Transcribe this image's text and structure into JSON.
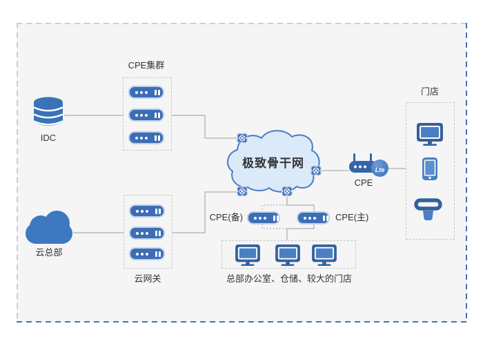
{
  "diagram": {
    "type": "network-architecture",
    "labels": {
      "idc": "IDC",
      "cpe_cluster": "CPE集群",
      "cloud_hq": "云总部",
      "cloud_gateway": "云网关",
      "backbone": "极致骨干网",
      "cpe": "CPE",
      "lte_badge": "Lte",
      "store": "门店",
      "cpe_backup": "CPE(备)",
      "cpe_primary": "CPE(主)",
      "office_group": "总部办公室、仓储、较大的门店"
    },
    "colors": {
      "primary_blue": "#3d6db5",
      "dark_frame_blue": "#33619f",
      "light_blue": "#4a80c2",
      "backbone_cloud_fill": "#daeaf8",
      "backbone_cloud_stroke": "#4b79c2",
      "solid_cloud": "#3d78c0",
      "connector_gray": "#9b9b9b",
      "panel_background": "#f5f5f6",
      "border_light": "#c7cce9",
      "border_strong": "#4273b5"
    },
    "icons": {
      "idc": "database-icon",
      "cpe_cluster_units": "server-icon",
      "cloud_hq": "cloud-icon",
      "backbone": "cloud-outline-icon",
      "edge_nodes": "router-node-icon",
      "cpe_access": "wireless-router-icon",
      "lte": "lte-badge-icon",
      "store_devices": [
        "monitor-icon",
        "phone-icon",
        "scanner-icon"
      ],
      "office_devices": "monitor-icon"
    }
  }
}
